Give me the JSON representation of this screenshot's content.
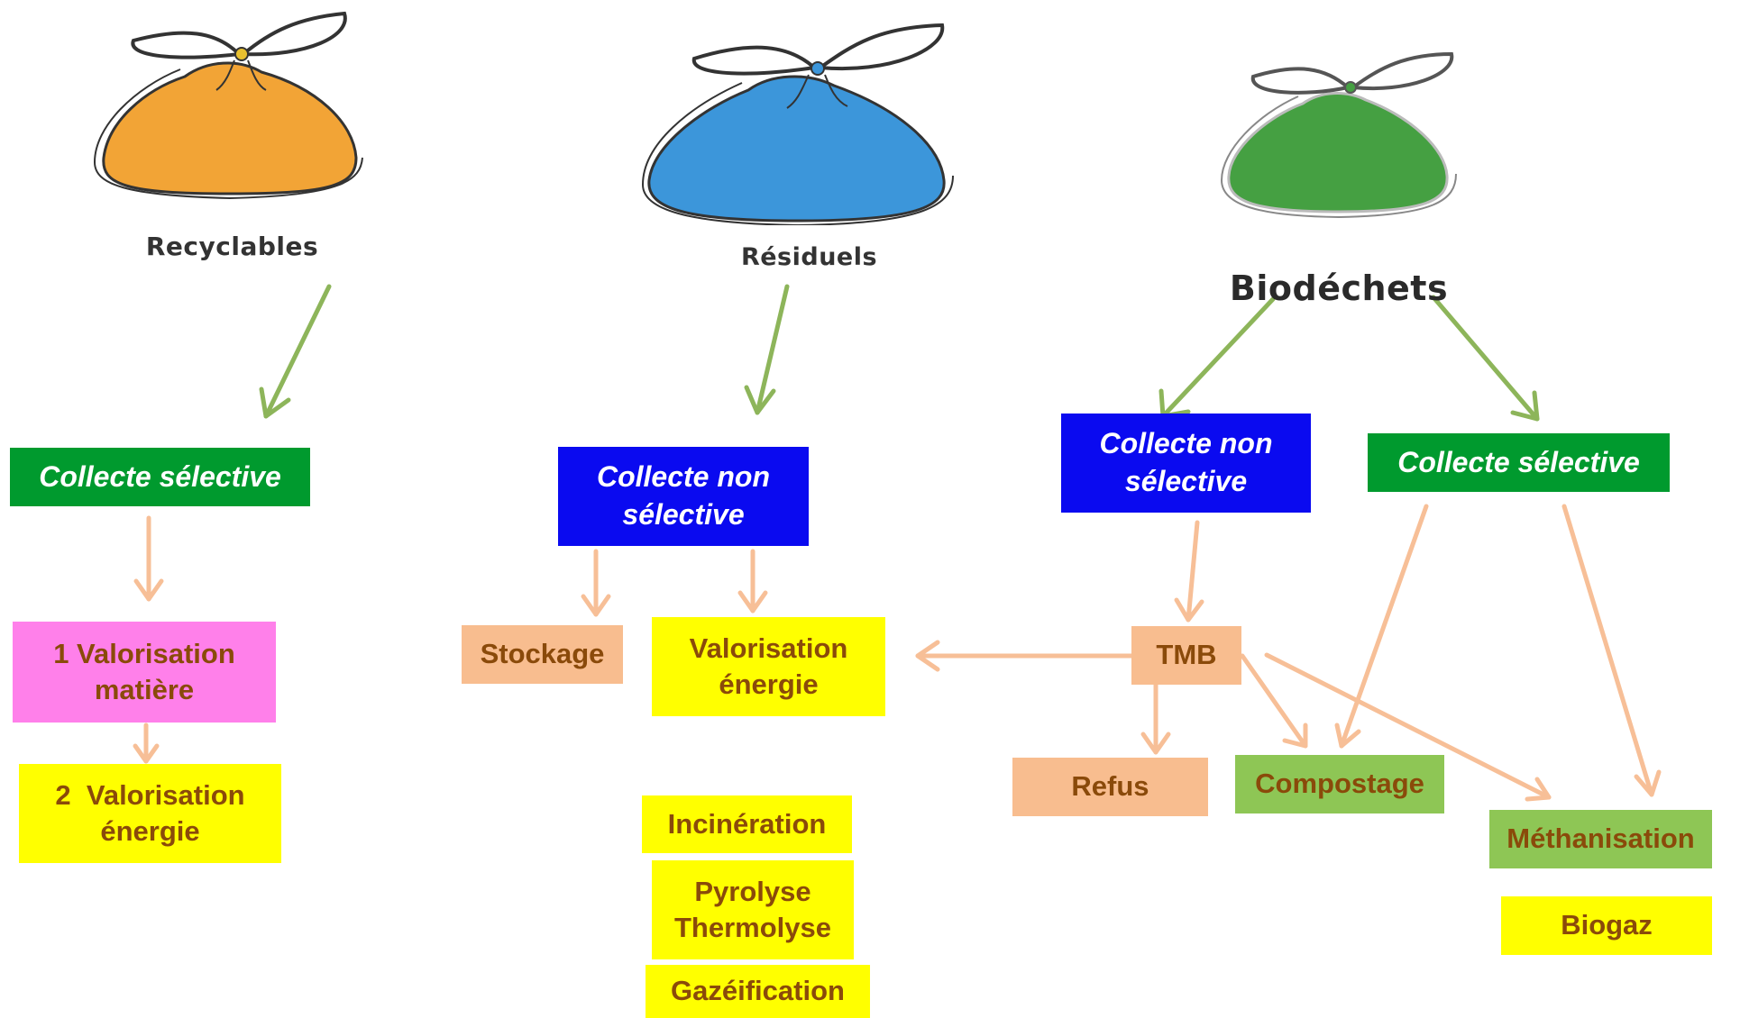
{
  "colors": {
    "green_box": "#009a2e",
    "blue_box": "#0a0af0",
    "pink_box": "#ff80ea",
    "yellow_box": "#ffff00",
    "peach_box": "#f8bd8f",
    "light_green_box": "#8ec655",
    "text_brown": "#8a4a0a",
    "arrow_green": "#8db55a",
    "arrow_peach": "#f7bf97",
    "bag_orange": "#f2a436",
    "bag_blue": "#3c96da",
    "bag_green": "#45a042"
  },
  "bags": [
    {
      "label": "Recyclables",
      "icon": "orange-bag-icon"
    },
    {
      "label": "Résiduels",
      "icon": "blue-bag-icon"
    },
    {
      "label": "Biodéchets",
      "icon": "green-bag-icon"
    }
  ],
  "nodes": {
    "collecte_selective_recyclables": "Collecte sélective",
    "valorisation_matiere": "1 Valorisation matière",
    "valorisation_energie_recyclables": "2  Valorisation énergie",
    "collecte_non_selective_residuels": "Collecte non sélective",
    "stockage": "Stockage",
    "valorisation_energie_residuels": "Valorisation énergie",
    "incineration": "Incinération",
    "pyrolyse": "Pyrolyse Thermolyse",
    "gazeification": "Gazéification",
    "collecte_non_selective_biodechets": "Collecte non sélective",
    "collecte_selective_biodechets": "Collecte sélective",
    "tmb": "TMB",
    "refus": "Refus",
    "compostage": "Compostage",
    "methanisation": "Méthanisation",
    "biogaz": "Biogaz"
  }
}
